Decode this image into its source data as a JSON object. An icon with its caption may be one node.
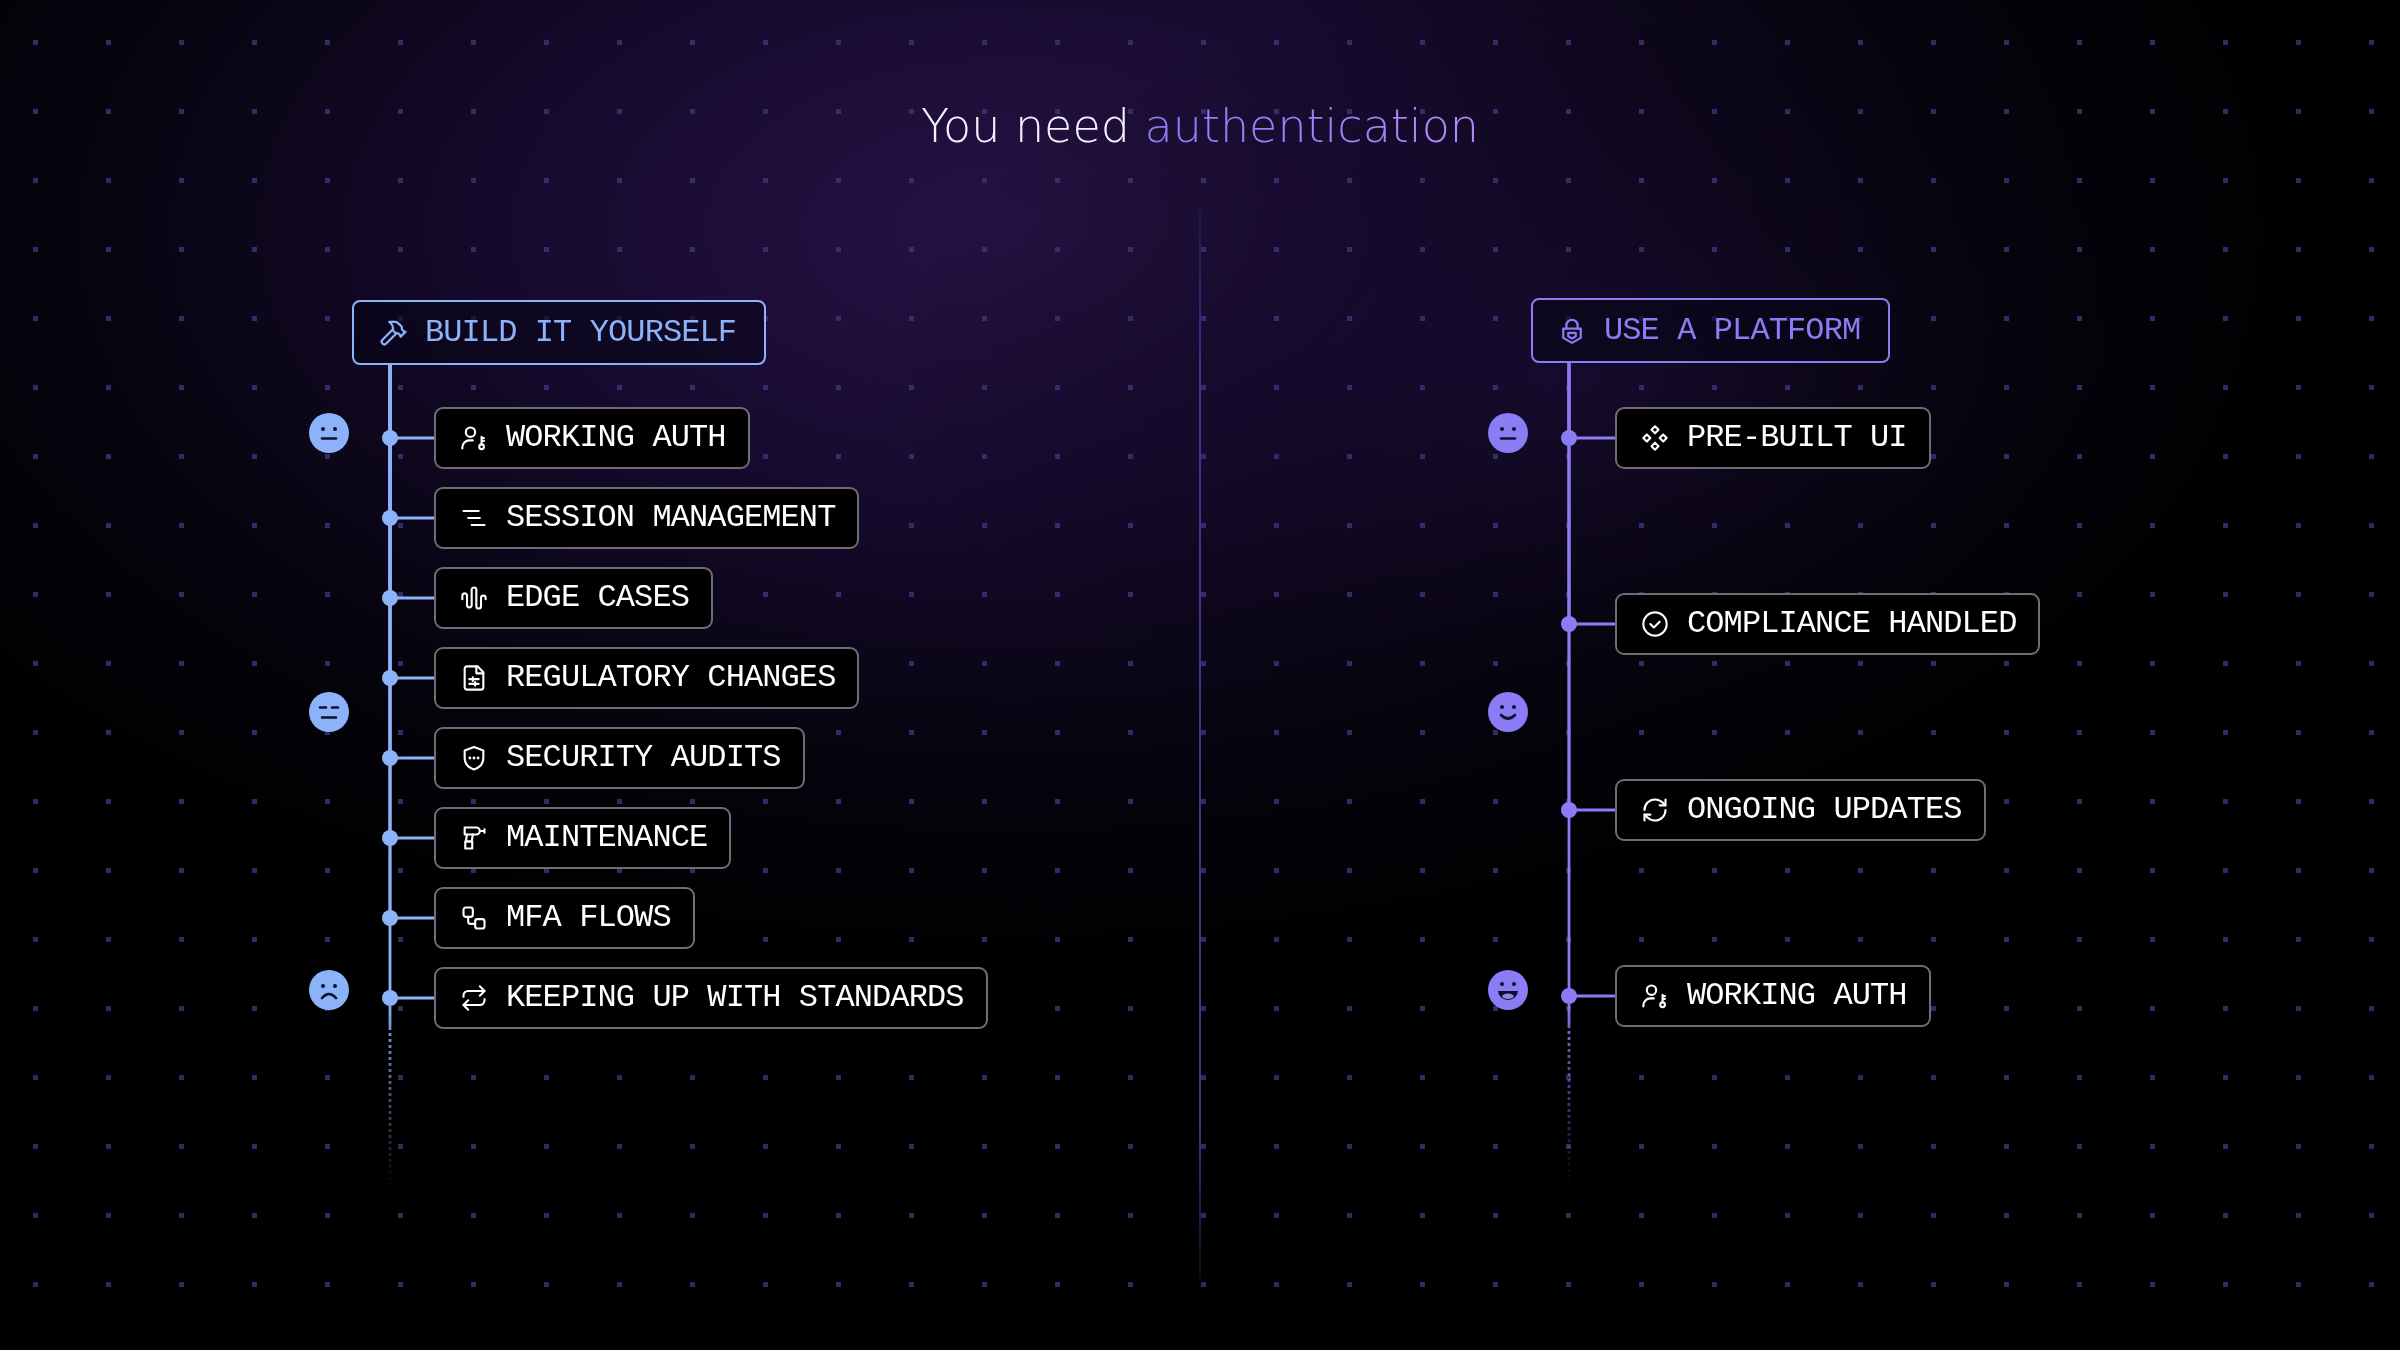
{
  "diagram": {
    "title": "You need authentication",
    "nodes": [
      {
        "text": [
          "BUILD IT YOURSELF"
        ]
      },
      {
        "text": [
          "WORKING AUTH"
        ]
      },
      {
        "text": [
          "SESSION MANAGEMENT"
        ]
      },
      {
        "text": [
          "EDGE CASES"
        ]
      },
      {
        "text": [
          "REGULATORY CHANGES"
        ]
      },
      {
        "text": [
          "SECURITY AUDITS"
        ]
      },
      {
        "text": [
          "MAINTENANCE"
        ]
      },
      {
        "text": [
          "MFA FLOWS"
        ]
      },
      {
        "text": [
          "KEEPING UP WITH STANDARDS"
        ]
      },
      {
        "text": [
          "USE A PLATFORM"
        ]
      },
      {
        "text": [
          "PRE-BUILT UI"
        ]
      },
      {
        "text": [
          "COMPLIANCE HANDLED"
        ]
      },
      {
        "text": [
          "ONGOING UPDATES"
        ]
      },
      {
        "text": [
          "WORKING AUTH"
        ]
      }
    ],
    "edges": [
      {
        "from": 0,
        "to": 1,
        "arrow": "none"
      },
      {
        "from": 0,
        "to": 2,
        "arrow": "none"
      },
      {
        "from": 0,
        "to": 3,
        "arrow": "none"
      },
      {
        "from": 0,
        "to": 4,
        "arrow": "none"
      },
      {
        "from": 0,
        "to": 5,
        "arrow": "none"
      },
      {
        "from": 0,
        "to": 6,
        "arrow": "none"
      },
      {
        "from": 0,
        "to": 7,
        "arrow": "none"
      },
      {
        "from": 0,
        "to": 8,
        "arrow": "none"
      },
      {
        "from": 9,
        "to": 10,
        "arrow": "none",
        "color": "#8b7cf6"
      },
      {
        "from": 9,
        "to": 11,
        "arrow": "none",
        "color": "#8b7cf6"
      },
      {
        "from": 9,
        "to": 12,
        "arrow": "none",
        "color": "#8b7cf6"
      },
      {
        "from": 9,
        "to": 13,
        "arrow": "none",
        "color": "#8b7cf6"
      }
    ]
  }
}
